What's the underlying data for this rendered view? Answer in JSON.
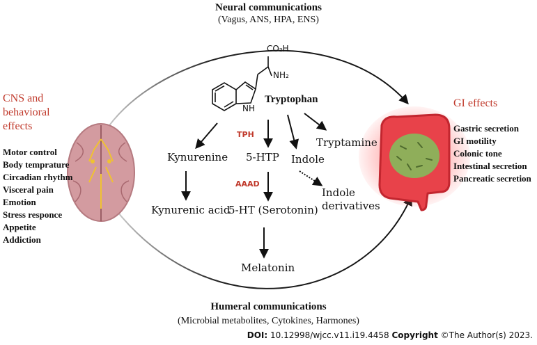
{
  "neural": {
    "title": "Neural communications",
    "subtitle": "(Vagus, ANS, HPA, ENS)"
  },
  "humeral": {
    "title": "Humeral communications",
    "subtitle": "(Microbial metabolites, Cytokines, Harmones)"
  },
  "cns": {
    "title_lines": [
      "CNS and",
      "behavioral",
      "effects"
    ],
    "items": [
      "Motor control",
      "Body temprature",
      "Circadian rhythm",
      "Visceral pain",
      "Emotion",
      "Stress responce",
      "Appetite",
      "Addiction"
    ]
  },
  "gi": {
    "title": "GI effects",
    "items": [
      "Gastric secretion",
      "GI motility",
      "Colonic tone",
      "Intestinal secretion",
      "Pancreatic secretion"
    ]
  },
  "molecule": {
    "co2h": "CO₂H",
    "nh2": "NH₂",
    "nh": "NH",
    "name": "Tryptophan"
  },
  "pathway": {
    "tph": "TPH",
    "aaad": "AAAD",
    "kynurenine": "Kynurenine",
    "kynurenic_acid": "Kynurenic acid",
    "htp": "5-HTP",
    "serotonin": "5-HT (Serotonin)",
    "melatonin": "Melatonin",
    "indole": "Indole",
    "indole_derivatives_lines": [
      "Indole",
      "derivatives"
    ],
    "tryptamine": "Tryptamine"
  },
  "footer": {
    "doi_label": "DOI:",
    "doi_value": "10.12998/wjcc.v11.i19.4458",
    "copyright_label": "Copyright",
    "copyright_value": "©The Author(s) 2023."
  },
  "colors": {
    "accent_red": "#c0392b",
    "brain": "#c98a8e",
    "gut": "#e8424a",
    "microbes": "#8fae5a"
  }
}
